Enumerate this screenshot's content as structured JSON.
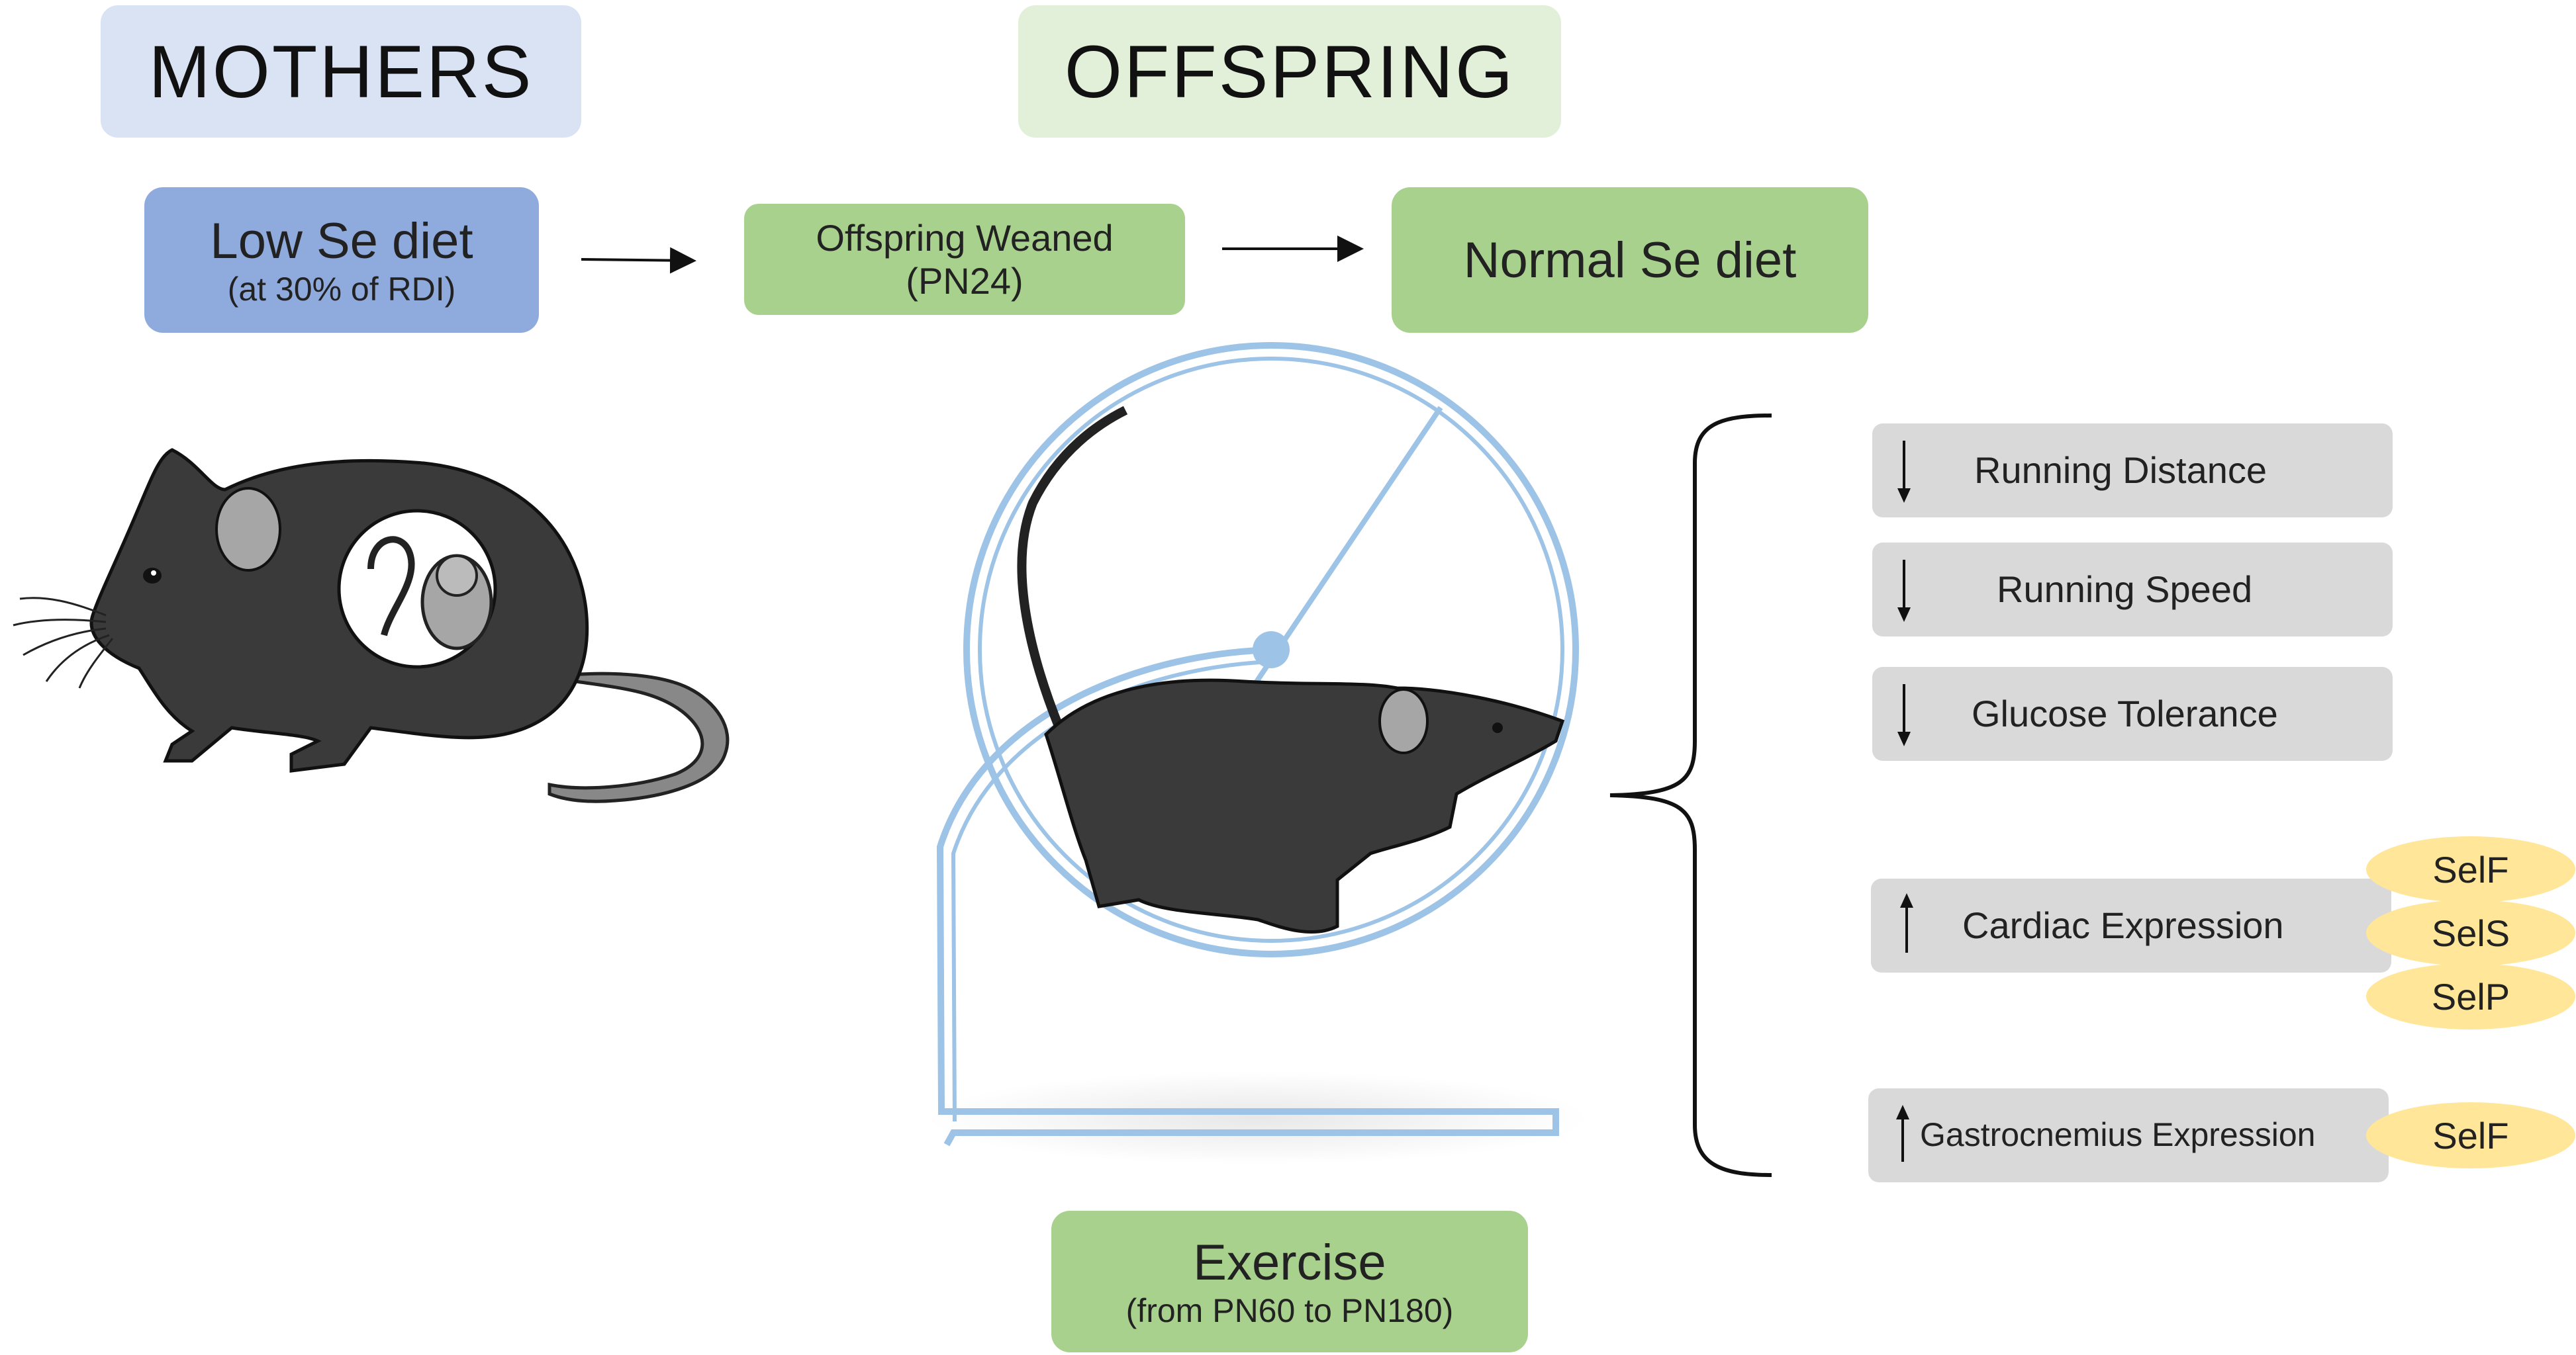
{
  "headers": {
    "mothers": "MOTHERS",
    "offspring": "OFFSPRING"
  },
  "flow": {
    "low_se": {
      "title": "Low Se diet",
      "sub": "(at 30% of RDI)"
    },
    "weaned": {
      "title": "Offspring Weaned",
      "sub": "(PN24)"
    },
    "normal_se": {
      "title": "Normal Se diet"
    },
    "exercise": {
      "title": "Exercise",
      "sub": "(from PN60 to PN180)"
    }
  },
  "outcomes": [
    {
      "label": "Running Distance",
      "direction": "down"
    },
    {
      "label": "Running Speed",
      "direction": "down"
    },
    {
      "label": "Glucose Tolerance",
      "direction": "down"
    },
    {
      "label": "Cardiac Expression",
      "direction": "up",
      "markers": [
        "SelF",
        "SelS",
        "SelP"
      ]
    },
    {
      "label": "Gastrocnemius Expression",
      "direction": "up",
      "markers": [
        "SelF"
      ]
    }
  ],
  "colors": {
    "mothers_header": "#dae3f3",
    "offspring_header": "#e2f0d9",
    "green_box": "#a9d18e",
    "blue_box": "#8faadc",
    "grey_box": "#d9d9d9",
    "marker": "#ffe699",
    "wheel": "#9dc3e6"
  }
}
